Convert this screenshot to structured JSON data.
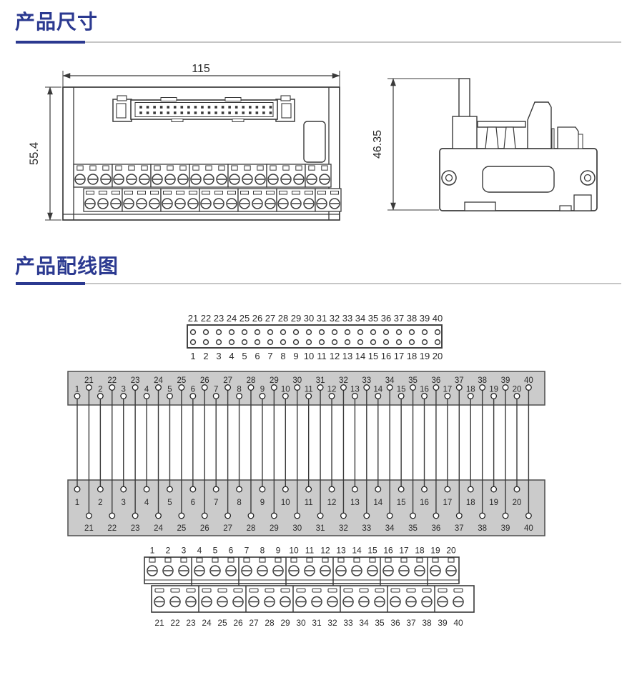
{
  "sections": {
    "dimensions": {
      "title": "产品尺寸"
    },
    "wiring": {
      "title": "产品配线图"
    }
  },
  "front_view": {
    "width_label": "115",
    "height_label": "55.4"
  },
  "side_view": {
    "height_label": "46.35"
  },
  "wiring_diagram": {
    "connector": {
      "top_row_labels": [
        21,
        22,
        23,
        24,
        25,
        26,
        27,
        28,
        29,
        30,
        31,
        32,
        33,
        34,
        35,
        36,
        37,
        38,
        39,
        40
      ],
      "bottom_row_labels": [
        1,
        2,
        3,
        4,
        5,
        6,
        7,
        8,
        9,
        10,
        11,
        12,
        13,
        14,
        15,
        16,
        17,
        18,
        19,
        20
      ]
    },
    "header_block": {
      "upper_pins": [
        21,
        22,
        23,
        24,
        25,
        26,
        27,
        28,
        29,
        30,
        31,
        32,
        33,
        34,
        35,
        36,
        37,
        38,
        39,
        40
      ],
      "lower_pins": [
        1,
        2,
        3,
        4,
        5,
        6,
        7,
        8,
        9,
        10,
        11,
        12,
        13,
        14,
        15,
        16,
        17,
        18,
        19,
        20
      ]
    },
    "output_block": {
      "upper_pins": [
        1,
        2,
        3,
        4,
        5,
        6,
        7,
        8,
        9,
        10,
        11,
        12,
        13,
        14,
        15,
        16,
        17,
        18,
        19,
        20
      ],
      "lower_pins": [
        21,
        22,
        23,
        24,
        25,
        26,
        27,
        28,
        29,
        30,
        31,
        32,
        33,
        34,
        35,
        36,
        37,
        38,
        39,
        40
      ]
    },
    "terminal_strip_top": {
      "labels": [
        1,
        2,
        3,
        4,
        5,
        6,
        7,
        8,
        9,
        10,
        11,
        12,
        13,
        14,
        15,
        16,
        17,
        18,
        19,
        20
      ],
      "group_sizes": [
        3,
        3,
        3,
        3,
        3,
        3,
        2
      ]
    },
    "terminal_strip_bottom": {
      "labels": [
        21,
        22,
        23,
        24,
        25,
        26,
        27,
        28,
        29,
        30,
        31,
        32,
        33,
        34,
        35,
        36,
        37,
        38,
        39,
        40
      ],
      "group_sizes": [
        3,
        3,
        3,
        3,
        3,
        3,
        2
      ]
    }
  },
  "colors": {
    "accent_navy": "#2b3990",
    "rule_gray": "#c6c6c6",
    "diagram_line": "#3a3a3a",
    "block_fill": "#cbcbcb",
    "block_stroke": "#4d4d4d",
    "text_dark": "#2b2b2b"
  }
}
